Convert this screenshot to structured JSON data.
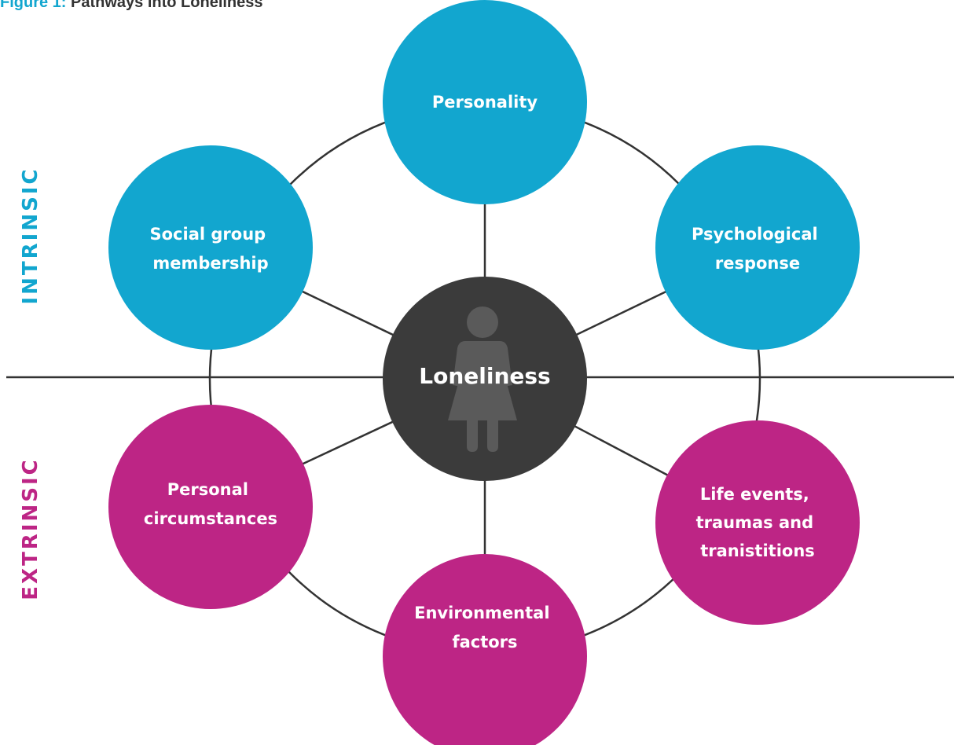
{
  "title": {
    "figure": "Figure 1:",
    "name": "Pathways into Loneliness"
  },
  "colors": {
    "intrinsic": "#12a6cf",
    "extrinsic": "#bd2585",
    "center": "#3b3b3b",
    "lines": "#333333"
  },
  "labels": {
    "intrinsic": "INTRINSIC",
    "extrinsic": "EXTRINSIC"
  },
  "center": {
    "label": "Loneliness",
    "icon": "person-icon"
  },
  "nodes": {
    "personality": [
      "Personality"
    ],
    "psychological": [
      "Psychological",
      "response"
    ],
    "social": [
      "Social group",
      "membership"
    ],
    "personal": [
      "Personal",
      "circumstances"
    ],
    "environmental": [
      "Environmental",
      "factors"
    ],
    "life_events": [
      "Life events,",
      "traumas and",
      "tranistitions"
    ]
  }
}
